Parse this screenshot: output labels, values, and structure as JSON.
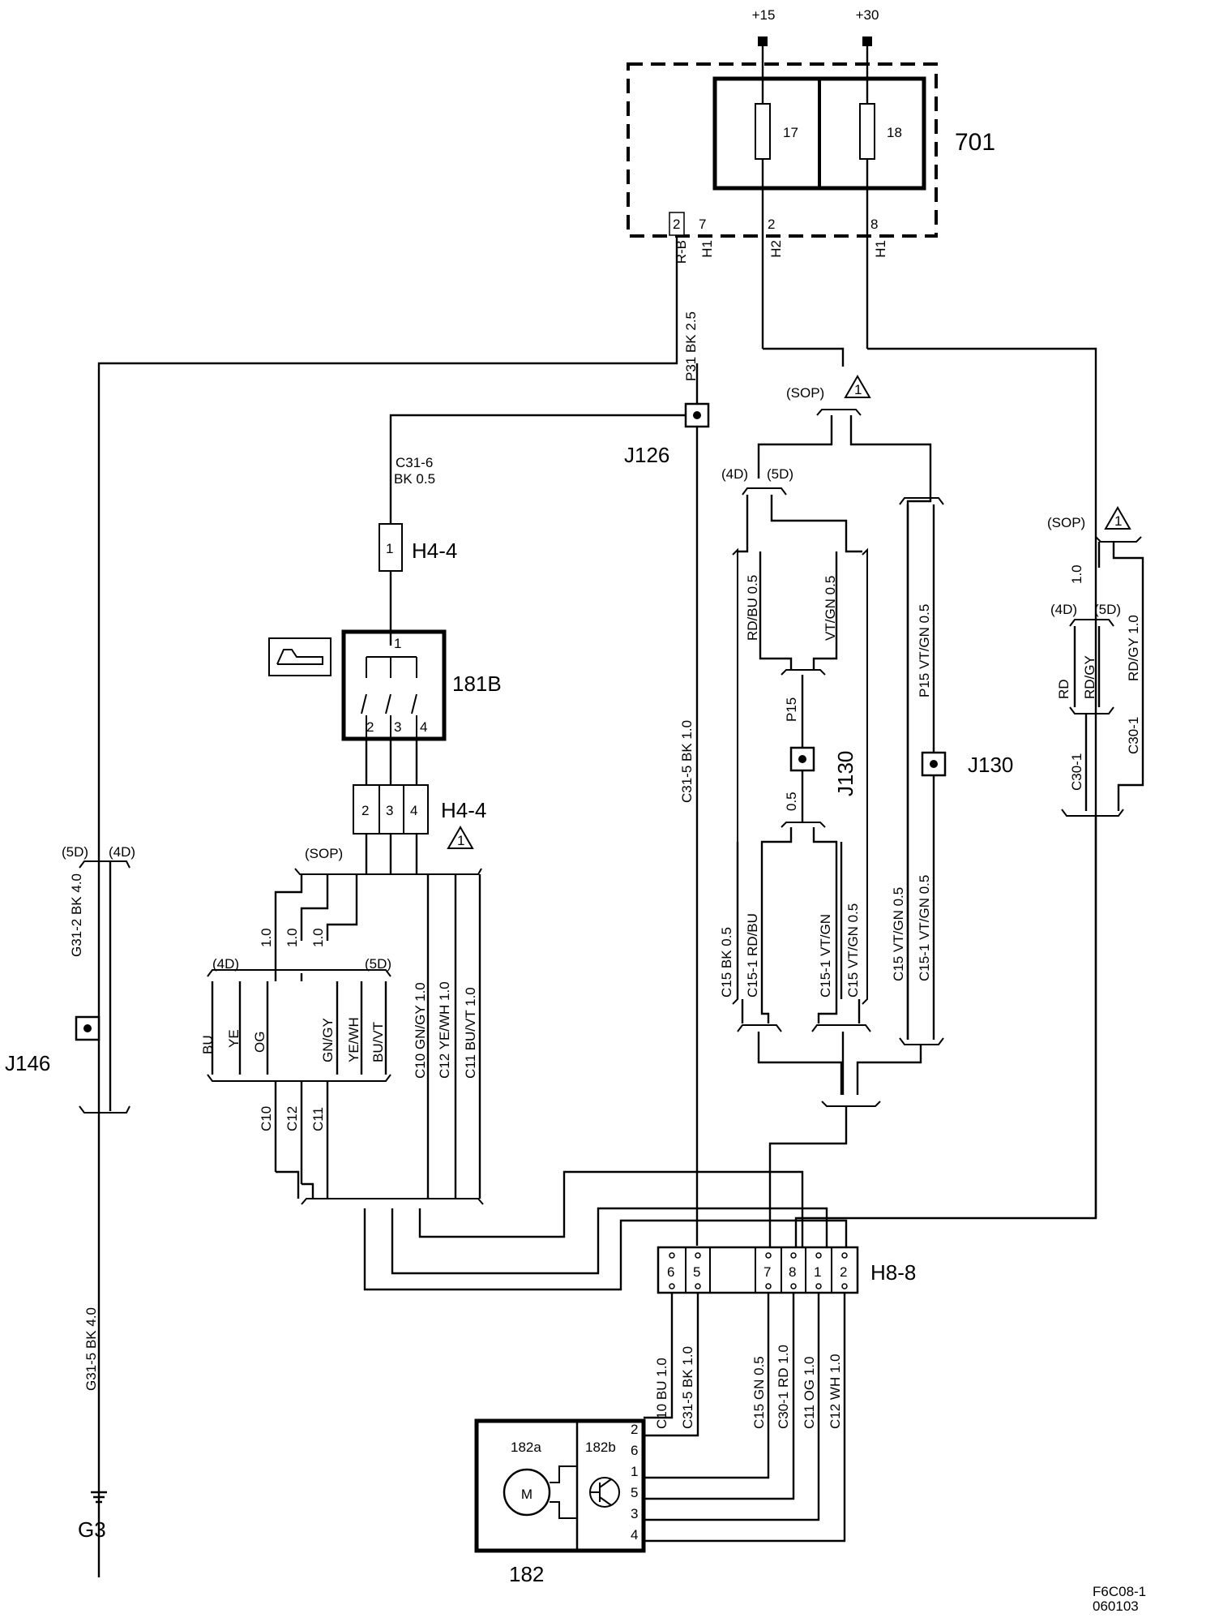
{
  "supply": {
    "ign": "+15",
    "batt": "+30"
  },
  "fuse_box": {
    "id": "701",
    "fuses": [
      "17",
      "18"
    ],
    "pins": [
      "2",
      "7",
      "2",
      "8"
    ],
    "pin_codes": [
      "R-B",
      "H1",
      "H2",
      "H1"
    ]
  },
  "wires": {
    "p31": "P31  BK  2.5",
    "c31_6a": "C31-6",
    "c31_6b": "BK 0.5",
    "c31_5_main": "C31-5  BK  1.0",
    "g31_2": "G31-2  BK  4.0",
    "g31_5": "G31-5  BK  4.0",
    "rdbu": "RD/BU  0.5",
    "vtgn": "VT/GN  0.5",
    "p15": "P15",
    "p15_half": "0.5",
    "p15_vtgn": "P15  VT/GN  0.5",
    "c15_bk": "C15  BK   0.5",
    "c15_1_rdbu": "C15-1  RD/BU",
    "c15_1_vtgn": "C15-1  VT/GN",
    "c15_vtgn": "C15  VT/GN  0.5",
    "c15_vtgn_r": "C15  VT/GN  0.5",
    "c15_1_vtgn_r": "C15-1  VT/GN  0.5",
    "c30_top": "1.0",
    "rd": "RD",
    "rdgy": "RD/GY",
    "rdgy_10": "RD/GY  1.0",
    "c30_1": "C30-1",
    "c30_1b": "C30-1",
    "lw_10a": "1.0",
    "lw_10b": "1.0",
    "lw_10c": "1.0",
    "bu": "BU",
    "ye": "YE",
    "og": "OG",
    "gngy": "GN/GY",
    "yewh": "YE/WH",
    "buvt": "BU/VT",
    "c10_gngy": "C10  GN/GY  1.0",
    "c12_yewh": "C12  YE/WH  1.0",
    "c11_buvt": "C11  BU/VT  1.0",
    "c10": "C10",
    "c12": "C12",
    "c11": "C11",
    "c10_bu": "C10  BU  1.0",
    "c31_5_bk": "C31-5  BK  1.0",
    "c15_gn": "C15  GN  0.5",
    "c30_1_rd": "C30-1  RD  1.0",
    "c11_og": "C11  OG  1.0",
    "c12_wh": "C12  WH  1.0"
  },
  "variants": {
    "sop": "(SOP)",
    "d4": "(4D)",
    "d5": "(5D)",
    "note": "1"
  },
  "components": {
    "j126": "J126",
    "j146": "J146",
    "j130_a": "J130",
    "j130_b": "J130",
    "h4_4_top": "H4-4",
    "h4_4_bottom": "H4-4",
    "s181b": "181B",
    "h8_8": "H8-8",
    "m182": "182",
    "m182a": "182a",
    "m182b": "182b",
    "motor": "M",
    "ground": "G3"
  },
  "pins": {
    "h4_top": "1",
    "sw_com": "1",
    "sw": [
      "2",
      "3",
      "4"
    ],
    "h4_bottom": [
      "2",
      "3",
      "4"
    ],
    "h8": [
      "6",
      "5",
      "7",
      "8",
      "1",
      "2"
    ],
    "m182": [
      "2",
      "6",
      "1",
      "5",
      "3",
      "4"
    ]
  },
  "footer": {
    "code": "F6C08-1",
    "date": "060103"
  }
}
